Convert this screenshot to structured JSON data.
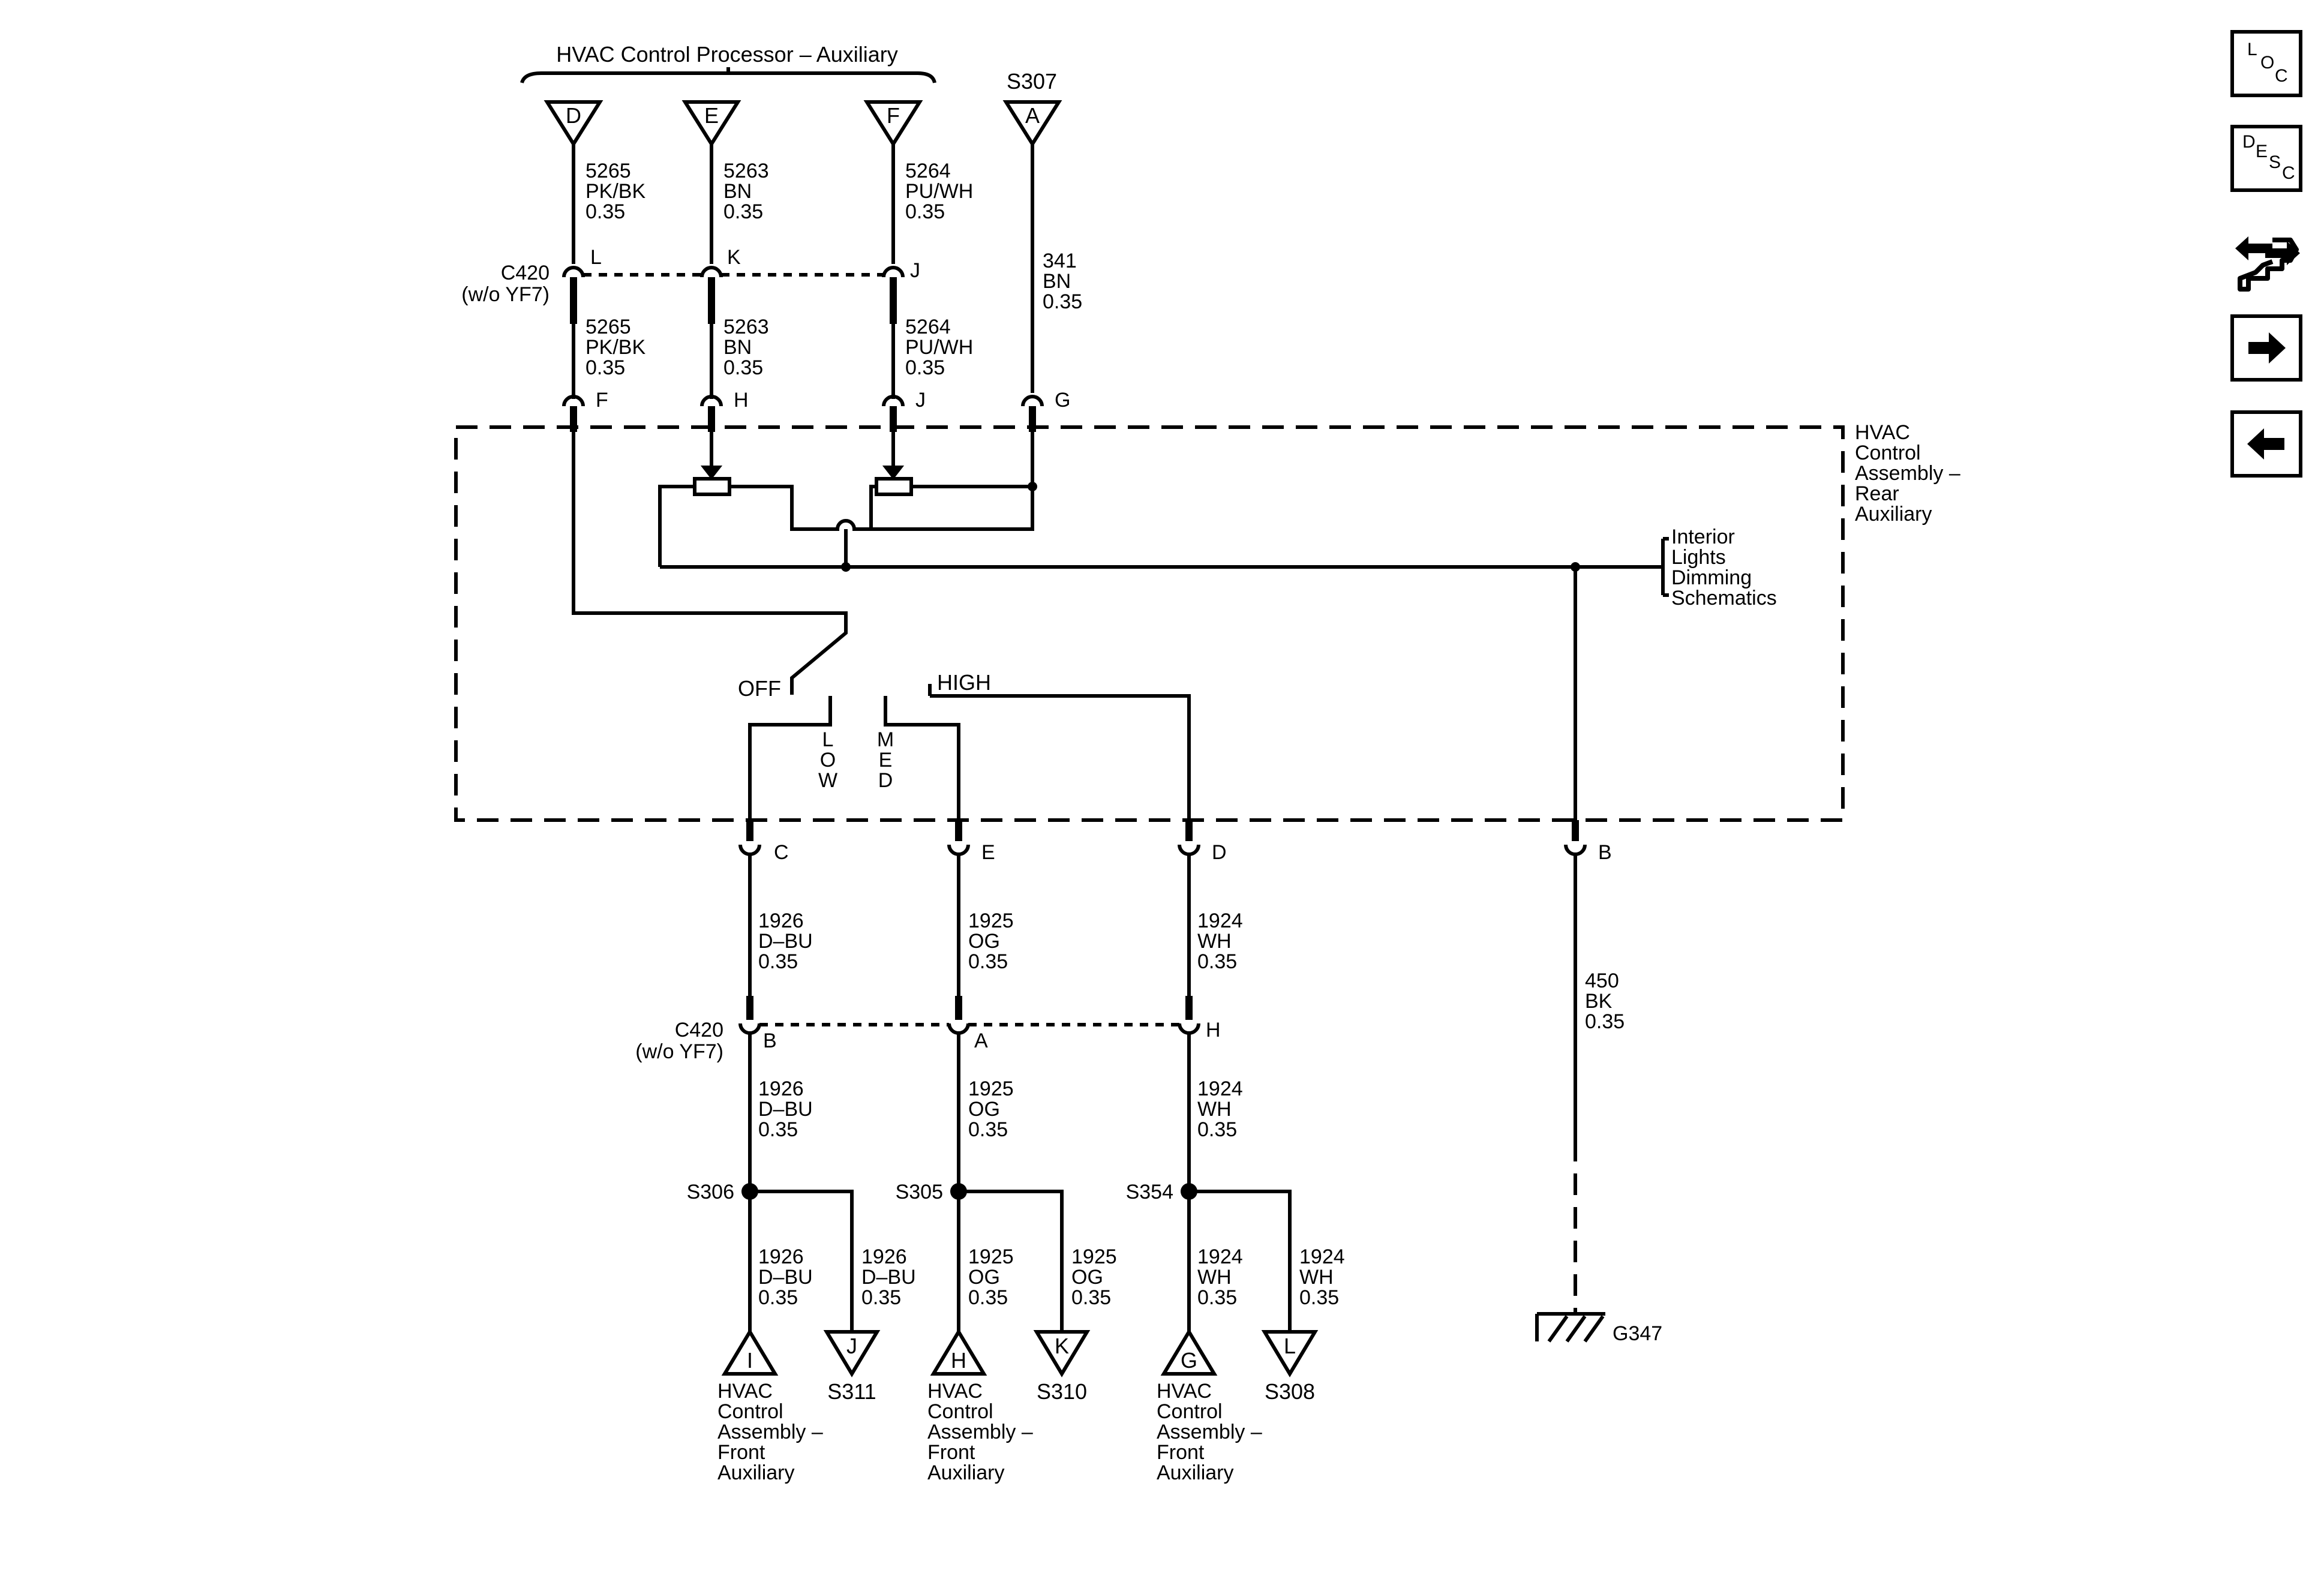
{
  "diagram": {
    "header_title": "HVAC Control Processor – Auxiliary",
    "splice_top": "S307",
    "top_terminals": [
      "D",
      "E",
      "F",
      "A"
    ],
    "top_wires": [
      {
        "circuit": "5265",
        "color": "PK/BK",
        "gauge": "0.35"
      },
      {
        "circuit": "5263",
        "color": "BN",
        "gauge": "0.35"
      },
      {
        "circuit": "5264",
        "color": "PU/WH",
        "gauge": "0.35"
      },
      {
        "circuit": "341",
        "color": "BN",
        "gauge": "0.35"
      }
    ],
    "mid_wires": [
      {
        "circuit": "5265",
        "color": "PK/BK",
        "gauge": "0.35"
      },
      {
        "circuit": "5263",
        "color": "BN",
        "gauge": "0.35"
      },
      {
        "circuit": "5264",
        "color": "PU/WH",
        "gauge": "0.35"
      }
    ],
    "connector_top": {
      "name": "C420",
      "option": "(w/o YF7)",
      "pins": [
        "L",
        "K",
        "J"
      ]
    },
    "module_top_pins": [
      "F",
      "H",
      "J",
      "G"
    ],
    "module_label": [
      "HVAC",
      "Control",
      "Assembly –",
      "Rear",
      "Auxiliary"
    ],
    "reference_label": [
      "Interior",
      "Lights",
      "Dimming",
      "Schematics"
    ],
    "switch": {
      "off": "OFF",
      "high": "HIGH",
      "low": [
        "L",
        "O",
        "W"
      ],
      "med": [
        "M",
        "E",
        "D"
      ]
    },
    "module_bottom_pins": [
      "C",
      "E",
      "D",
      "B"
    ],
    "lower_wires": [
      {
        "circuit": "1926",
        "color": "D–BU",
        "gauge": "0.35"
      },
      {
        "circuit": "1925",
        "color": "OG",
        "gauge": "0.35"
      },
      {
        "circuit": "1924",
        "color": "WH",
        "gauge": "0.35"
      }
    ],
    "ground_wire": {
      "circuit": "450",
      "color": "BK",
      "gauge": "0.35"
    },
    "connector_bottom": {
      "name": "C420",
      "option": "(w/o YF7)",
      "pins": [
        "B",
        "A",
        "H"
      ]
    },
    "splices": [
      "S306",
      "S305",
      "S354"
    ],
    "bottom_terminals": [
      "I",
      "J",
      "H",
      "K",
      "G",
      "L"
    ],
    "bottom_refs": [
      "S311",
      "S310",
      "S308"
    ],
    "front_label": [
      "HVAC",
      "Control",
      "Assembly –",
      "Front",
      "Auxiliary"
    ],
    "ground": "G347"
  },
  "nav": {
    "loc": [
      "L",
      "O",
      "C"
    ],
    "desc": [
      "D",
      "E",
      "S",
      "C"
    ],
    "icons": [
      "loc-icon",
      "desc-icon",
      "connector-icon",
      "next-arrow-icon",
      "previous-arrow-icon"
    ]
  },
  "colors": {
    "line": "#000000",
    "background": "#ffffff"
  }
}
